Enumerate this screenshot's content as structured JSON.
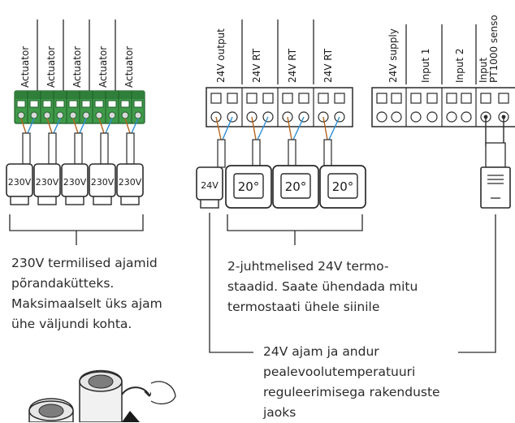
{
  "groups": {
    "actuators": {
      "terminal_labels": [
        "Actuator",
        "Actuator",
        "Actuator",
        "Actuator",
        "Actuator"
      ],
      "device_labels": [
        "230V",
        "230V",
        "230V",
        "230V",
        "230V"
      ],
      "caption": "230V termilised ajamid\npõrandakütteks.\nMaksimaalselt üks ajam\nühe väljundi kohta."
    },
    "thermostats": {
      "terminal_labels": [
        "24V output",
        "24V RT",
        "24V RT",
        "24V RT"
      ],
      "actuator_label": "24V",
      "thermostat_displays": [
        "20°",
        "20°",
        "20°"
      ],
      "caption": "2-juhtmelised 24V termo-\nstaadid. Saate ühendada mitu\ntermostaati ühele siinile"
    },
    "inputs": {
      "terminal_labels": [
        "24V supply",
        "Input 1",
        "Input 2",
        "Input\nPT1000 senso"
      ]
    }
  },
  "bottom_caption": "24V ajam ja andur\npealevoolutemperatuuri\nreguleerimisega rakenduste\njaoks",
  "colors": {
    "line": "#2a2a2a",
    "wire_brown": "#b5651d",
    "wire_blue": "#2a8fd6",
    "terminal_green": "#2e8b3a"
  }
}
